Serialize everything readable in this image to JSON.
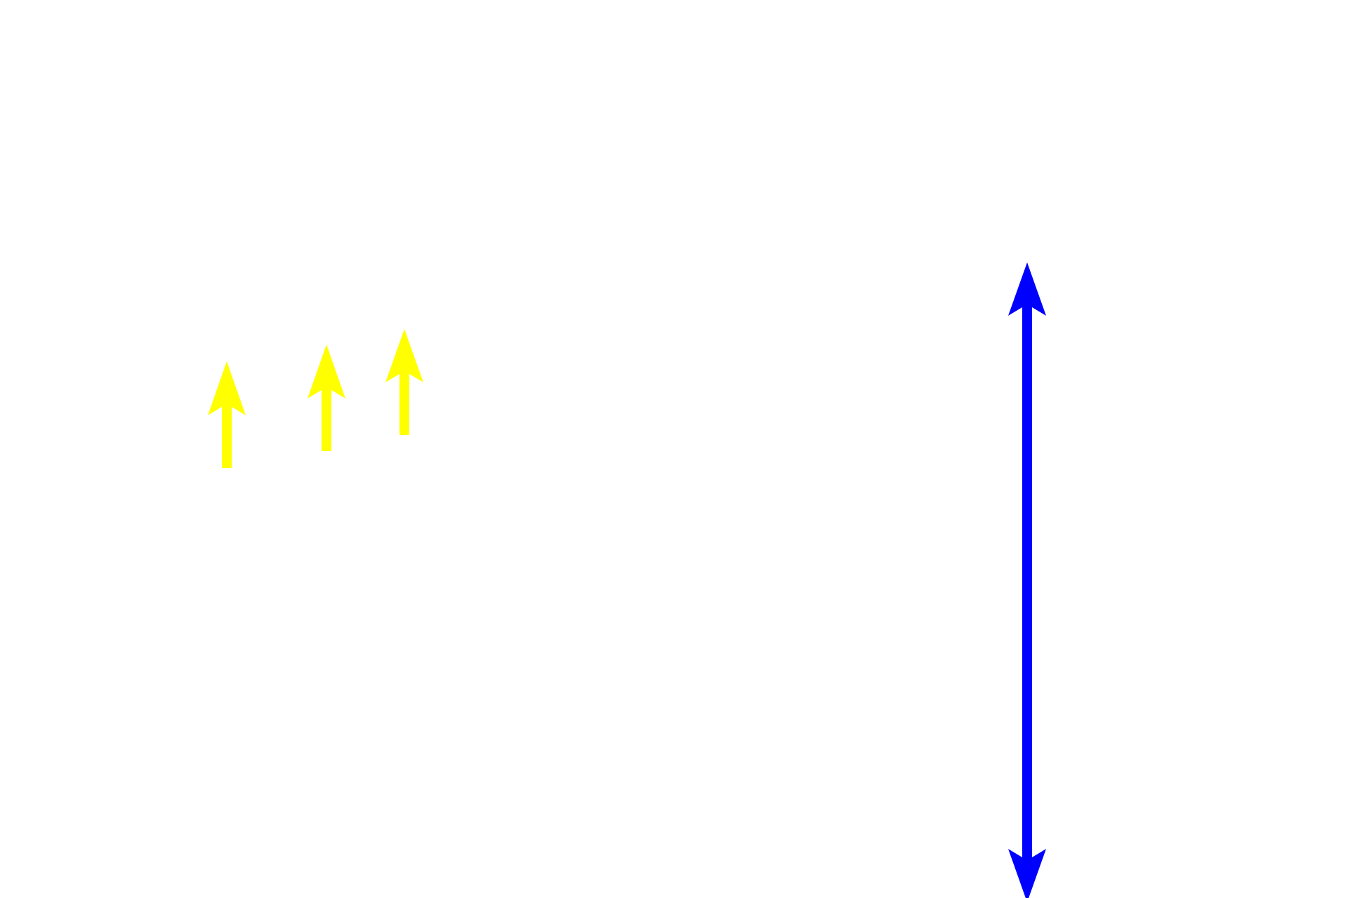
{
  "background_color": "#ffffff",
  "arrows": [
    {
      "id": "yellow-arrow-1",
      "color": "#ffff00",
      "icon": "arrow-up-icon"
    },
    {
      "id": "yellow-arrow-2",
      "color": "#ffff00",
      "icon": "arrow-up-icon"
    },
    {
      "id": "yellow-arrow-3",
      "color": "#ffff00",
      "icon": "arrow-up-icon"
    },
    {
      "id": "blue-double-arrow",
      "color": "#0000ff",
      "icon": "double-arrow-vertical-icon"
    }
  ]
}
